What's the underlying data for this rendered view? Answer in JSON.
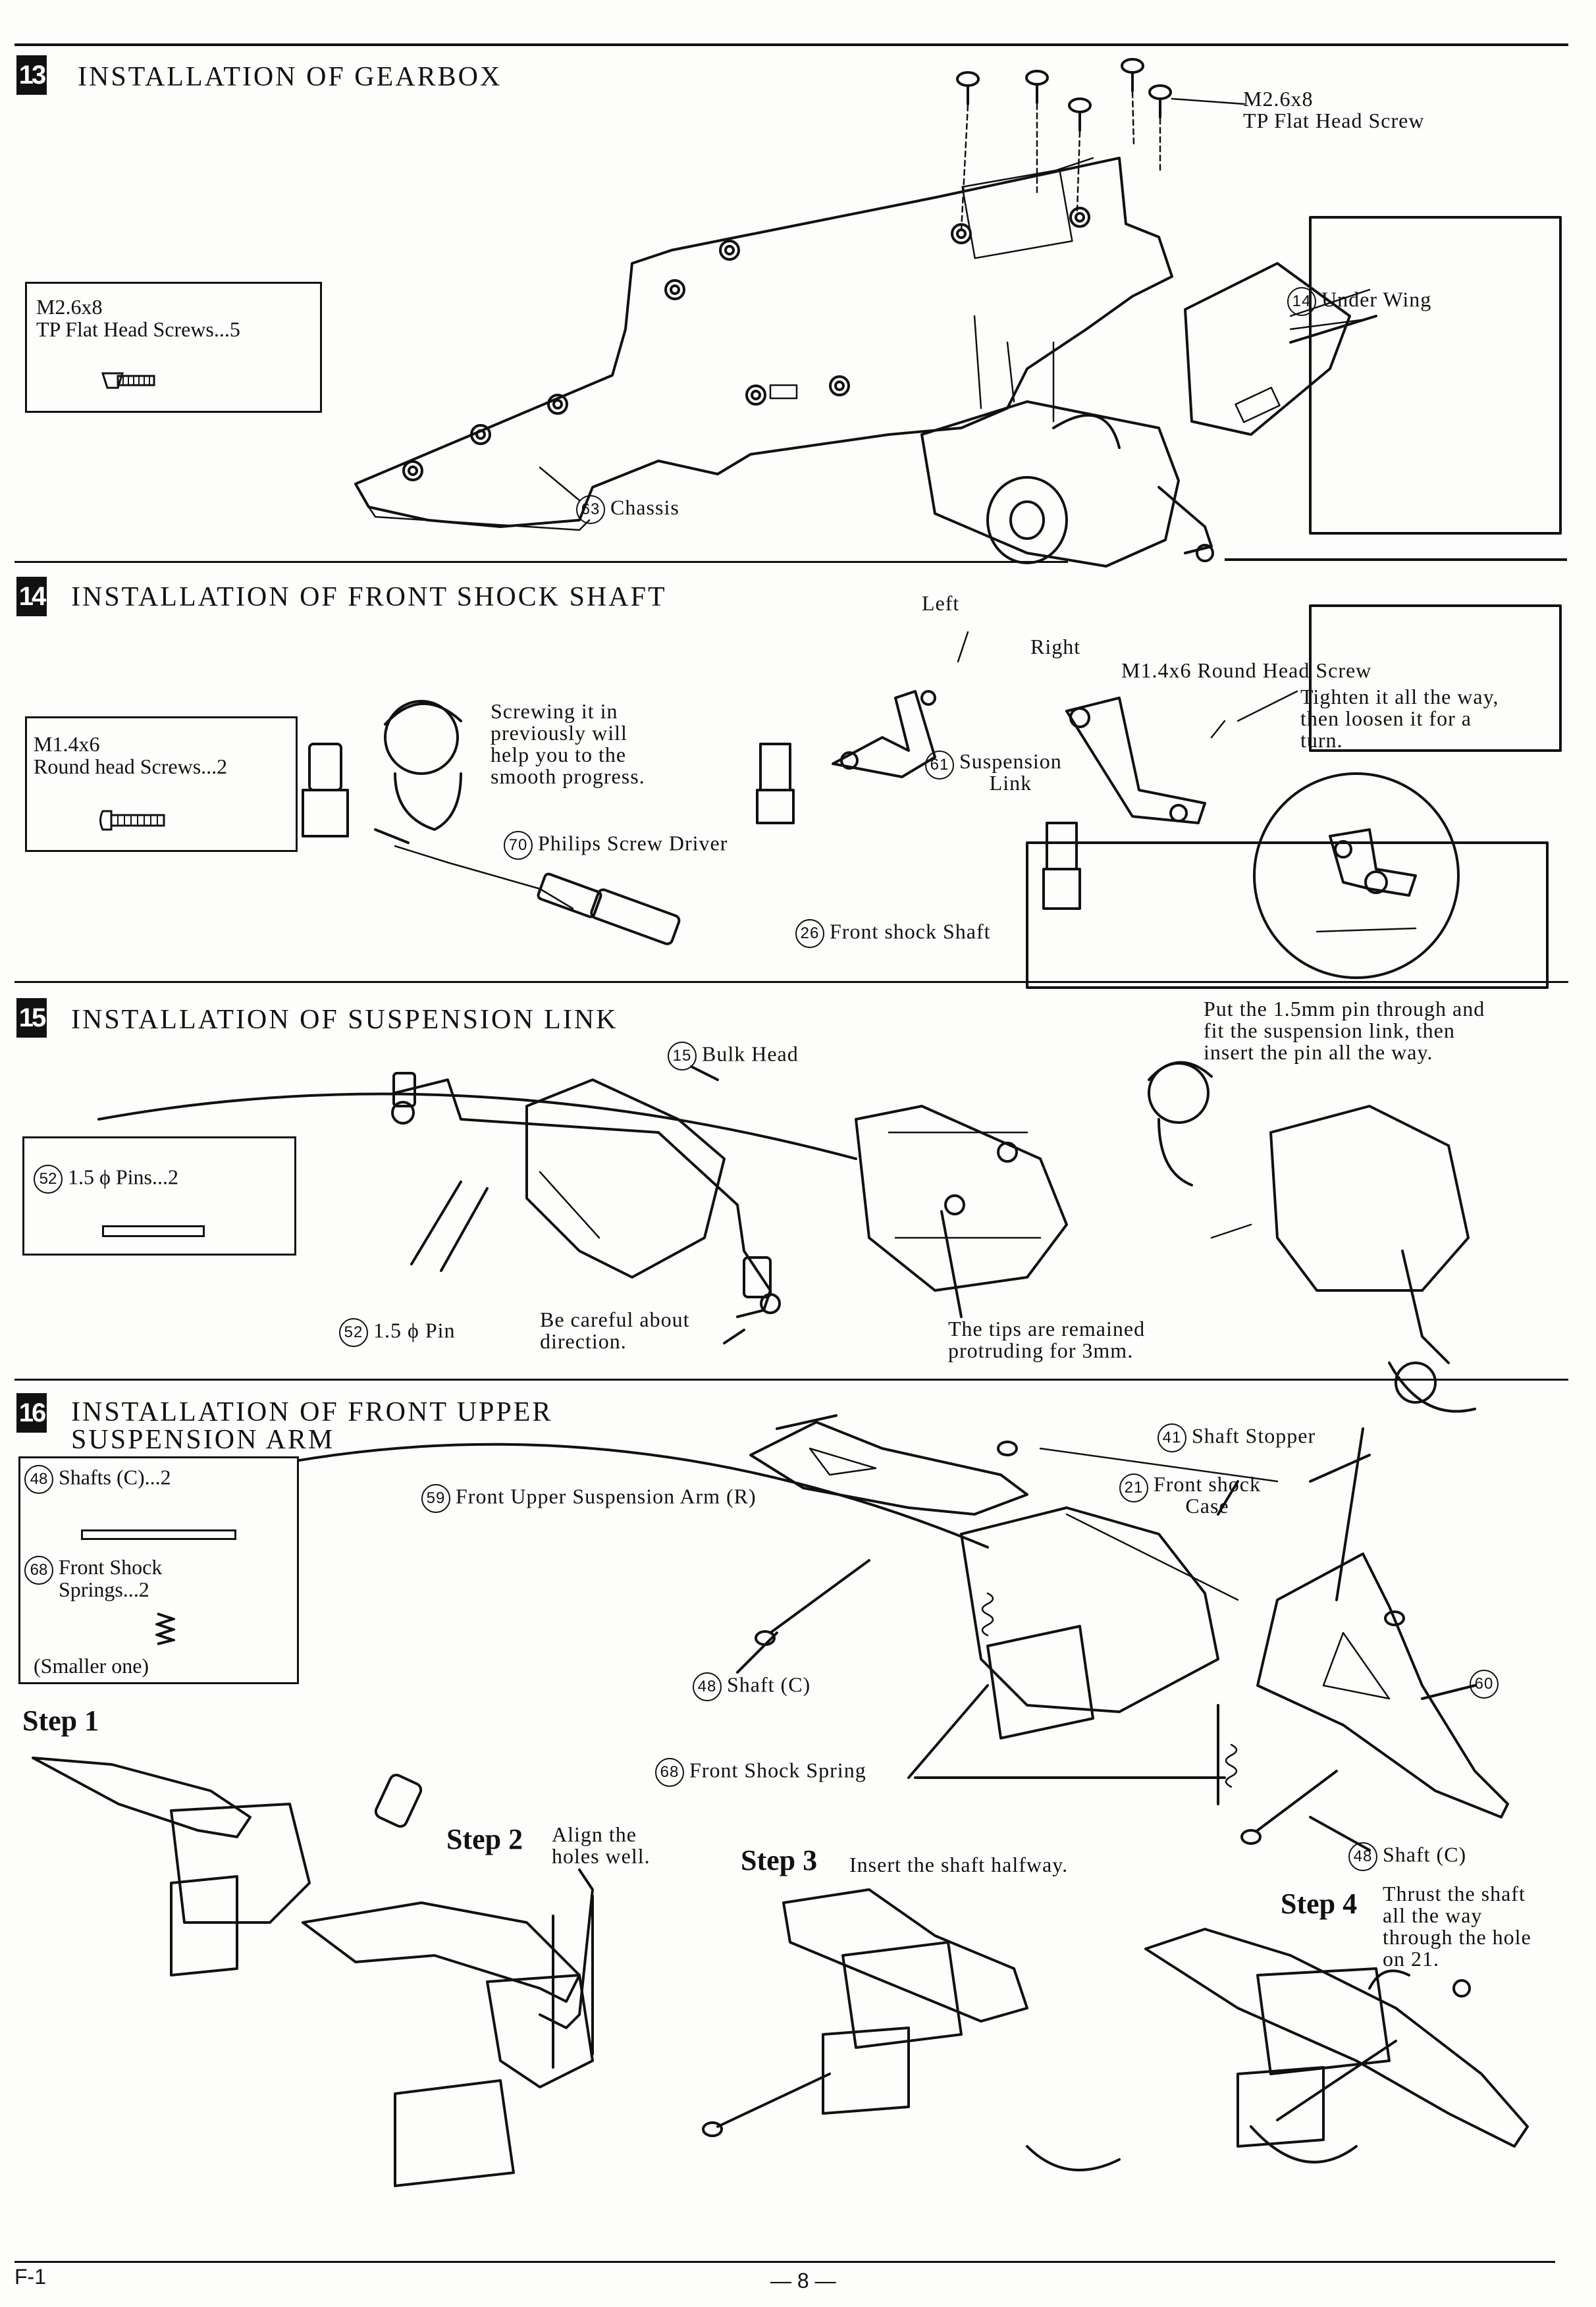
{
  "sections": {
    "s13": {
      "number": "13",
      "title": "INSTALLATION OF GEARBOX",
      "parts_box": "M2.6x8\nTP Flat Head Screws...5",
      "labels": {
        "screw": "M2.6x8\nTP Flat Head Screw",
        "under_wing": "Under Wing",
        "under_wing_num": "14",
        "chassis": "Chassis",
        "chassis_num": "63"
      }
    },
    "s14": {
      "number": "14",
      "title": "INSTALLATION OF FRONT SHOCK SHAFT",
      "parts_box": "M1.4x6\nRound head Screws...2",
      "labels": {
        "tip": "Screwing it in\npreviously will\nhelp you to the\nsmooth progress.",
        "driver": "Philips Screw Driver",
        "driver_num": "70",
        "shaft": "Front shock Shaft",
        "shaft_num": "26",
        "link": "Suspension\nLink",
        "link_num": "61",
        "left": "Left",
        "right": "Right",
        "screw": "M1.4x6 Round Head Screw",
        "tighten": "Tighten it all the way,\nthen loosen it for a\nturn."
      }
    },
    "s15": {
      "number": "15",
      "title": "INSTALLATION OF SUSPENSION LINK",
      "parts_box_num": "52",
      "parts_box": "1.5 ϕ Pins...2",
      "labels": {
        "bulkhead": "Bulk Head",
        "bulkhead_num": "15",
        "pin": "1.5 ϕ Pin",
        "pin_num": "52",
        "careful": "Be careful about\ndirection.",
        "tips": "The tips are remained\nprotruding for 3mm.",
        "instruction": "Put the 1.5mm pin through and\nfit the suspension link, then\ninsert the pin all the way."
      }
    },
    "s16": {
      "number": "16",
      "title": "INSTALLATION OF FRONT UPPER\nSUSPENSION ARM",
      "parts": [
        {
          "num": "48",
          "text": "Shafts (C)...2"
        },
        {
          "num": "68",
          "text": "Front Shock\nSprings...2"
        }
      ],
      "parts_note": "(Smaller one)",
      "labels": {
        "arm": "Front Upper Suspension Arm (R)",
        "arm_num": "59",
        "stopper": "Shaft Stopper",
        "stopper_num": "41",
        "case": "Front shock\nCase",
        "case_num": "21",
        "shaft1": "Shaft (C)",
        "shaft1_num": "48",
        "spring": "Front Shock Spring",
        "spring_num": "68",
        "part60": "60",
        "shaft2": "Shaft (C)",
        "shaft2_num": "48"
      },
      "steps": [
        {
          "label": "Step 1",
          "text": ""
        },
        {
          "label": "Step 2",
          "text": "Align the\nholes well."
        },
        {
          "label": "Step 3",
          "text": "Insert the shaft halfway."
        },
        {
          "label": "Step 4",
          "text": "Thrust the shaft\nall the way\nthrough the hole\non 21."
        }
      ]
    }
  },
  "footer": {
    "left": "F-1",
    "page": "— 8 —"
  }
}
